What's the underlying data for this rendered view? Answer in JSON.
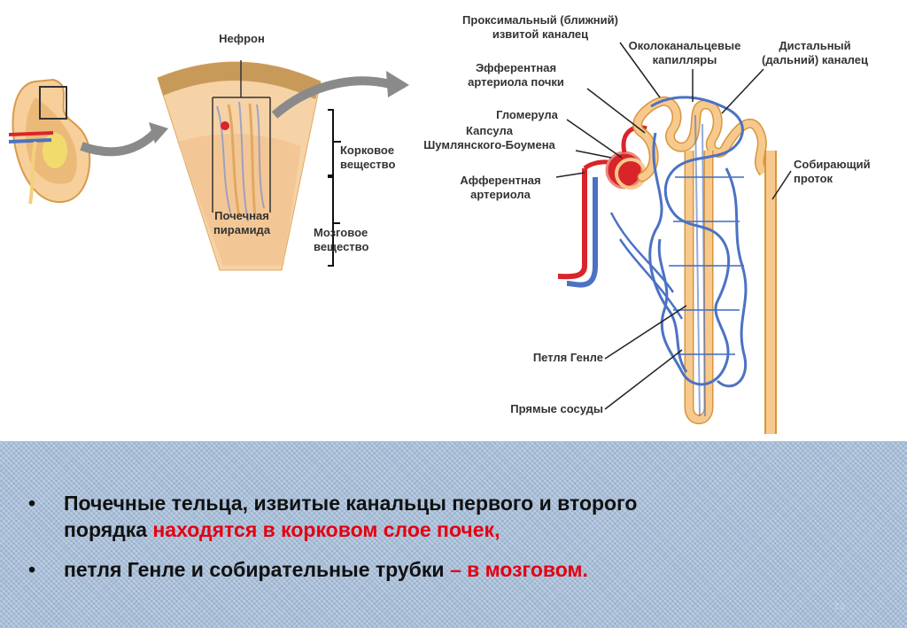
{
  "diagram": {
    "labels": {
      "nephron": "Нефрон",
      "cortex": "Корковое\nвещество",
      "medulla": "Мозговое\nвещество",
      "pyramid": "Почечная\nпирамида",
      "proximal": "Проксимальный (ближний)\nизвитой каналец",
      "peritubular": "Околоканальцевые\nкапилляры",
      "distal": "Дистальный\n(дальний) каналец",
      "efferent": "Эфферентная\nартериола почки",
      "glomerulus": "Гломерула",
      "capsule": "Капсула\nШумлянского-Боумена",
      "afferent": "Афферентная\nартериола",
      "collecting": "Собирающий\nпроток",
      "loop": "Петля Генле",
      "vasa_recta": "Прямые сосуды"
    },
    "colors": {
      "tubule": "#f7c98c",
      "tubule_outline": "#d7963e",
      "vein": "#4b72c4",
      "artery": "#d9242a",
      "cortex_band": "#c89a5a",
      "pyramid_fill": "#f6d3a6"
    }
  },
  "bullets": [
    {
      "marker": "•",
      "text_black": "Почечные тельца, извитые канальцы первого и второго",
      "text_black2": "порядка ",
      "text_red": "находятся в корковом слое почек,"
    },
    {
      "marker": "•",
      "text_black": "петля Генле и собирательные трубки ",
      "text_red": "– в мозговом."
    }
  ],
  "page_number": "13"
}
